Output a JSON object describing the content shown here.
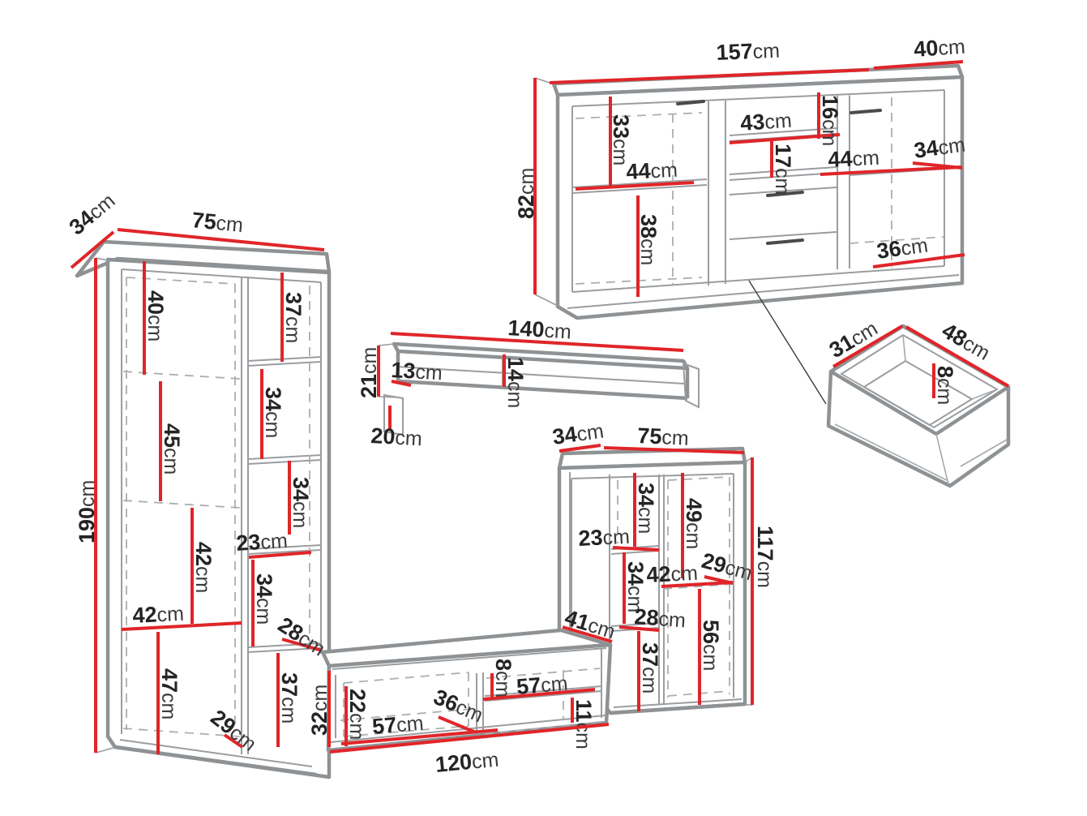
{
  "unit": "cm",
  "colors": {
    "dimension_red": "#e02529",
    "outline_gray": "#8f9294",
    "label_text": "#242424"
  },
  "pieces": {
    "sideboard": {
      "label": "sideboard",
      "dims": {
        "width": {
          "v": "157",
          "u": "cm"
        },
        "depth": {
          "v": "40",
          "u": "cm"
        },
        "height": {
          "v": "82",
          "u": "cm"
        },
        "left_top": {
          "v": "33",
          "u": "cm"
        },
        "left_shelf": {
          "v": "44",
          "u": "cm"
        },
        "left_bottom": {
          "v": "38",
          "u": "cm"
        },
        "mid_shelf": {
          "v": "43",
          "u": "cm"
        },
        "mid_top": {
          "v": "16",
          "u": "cm"
        },
        "mid_gap": {
          "v": "17",
          "u": "cm"
        },
        "right_shelf": {
          "v": "44",
          "u": "cm"
        },
        "right_depth": {
          "v": "34",
          "u": "cm"
        },
        "right_bottom": {
          "v": "36",
          "u": "cm"
        }
      }
    },
    "bookcase": {
      "label": "tall bookcase",
      "dims": {
        "depth": {
          "v": "34",
          "u": "cm"
        },
        "width": {
          "v": "75",
          "u": "cm"
        },
        "height": {
          "v": "190",
          "u": "cm"
        },
        "left_top": {
          "v": "40",
          "u": "cm"
        },
        "left_mid": {
          "v": "45",
          "u": "cm"
        },
        "left_lower": {
          "v": "42",
          "u": "cm"
        },
        "left_width": {
          "v": "42",
          "u": "cm"
        },
        "left_bottom": {
          "v": "47",
          "u": "cm"
        },
        "base_depth": {
          "v": "29",
          "u": "cm"
        },
        "right_s1": {
          "v": "37",
          "u": "cm"
        },
        "right_s2": {
          "v": "34",
          "u": "cm"
        },
        "right_s3": {
          "v": "34",
          "u": "cm"
        },
        "right_width": {
          "v": "23",
          "u": "cm"
        },
        "right_s4": {
          "v": "34",
          "u": "cm"
        },
        "shelf_depth": {
          "v": "28",
          "u": "cm"
        },
        "right_s5": {
          "v": "37",
          "u": "cm"
        }
      }
    },
    "wallshelf": {
      "label": "wall shelf",
      "dims": {
        "width": {
          "v": "140",
          "u": "cm"
        },
        "height": {
          "v": "21",
          "u": "cm"
        },
        "board_depth": {
          "v": "13",
          "u": "cm"
        },
        "lip_height": {
          "v": "14",
          "u": "cm"
        },
        "side_depth": {
          "v": "20",
          "u": "cm"
        }
      }
    },
    "cabinet": {
      "label": "display cabinet",
      "dims": {
        "depth": {
          "v": "34",
          "u": "cm"
        },
        "width": {
          "v": "75",
          "u": "cm"
        },
        "height": {
          "v": "117",
          "u": "cm"
        },
        "inner_top": {
          "v": "34",
          "u": "cm"
        },
        "inner_width": {
          "v": "23",
          "u": "cm"
        },
        "right_top": {
          "v": "49",
          "u": "cm"
        },
        "shelf_depth": {
          "v": "29",
          "u": "cm"
        },
        "right_width": {
          "v": "42",
          "u": "cm"
        },
        "inner_mid": {
          "v": "34",
          "u": "cm"
        },
        "shelf_depth2": {
          "v": "28",
          "u": "cm"
        },
        "right_bottom": {
          "v": "56",
          "u": "cm"
        },
        "inner_bottom": {
          "v": "37",
          "u": "cm"
        }
      }
    },
    "tvstand": {
      "label": "tv stand",
      "dims": {
        "top_depth": {
          "v": "41",
          "u": "cm"
        },
        "niche_top": {
          "v": "8",
          "u": "cm"
        },
        "niche_width": {
          "v": "57",
          "u": "cm"
        },
        "niche_bottom": {
          "v": "11",
          "u": "cm"
        },
        "left_height": {
          "v": "22",
          "u": "cm"
        },
        "left_depth": {
          "v": "36",
          "u": "cm"
        },
        "left_width": {
          "v": "57",
          "u": "cm"
        },
        "height": {
          "v": "32",
          "u": "cm"
        },
        "width": {
          "v": "120",
          "u": "cm"
        }
      }
    },
    "drawer": {
      "label": "drawer box",
      "dims": {
        "depth": {
          "v": "31",
          "u": "cm"
        },
        "width": {
          "v": "48",
          "u": "cm"
        },
        "height": {
          "v": "8",
          "u": "cm"
        }
      }
    }
  }
}
